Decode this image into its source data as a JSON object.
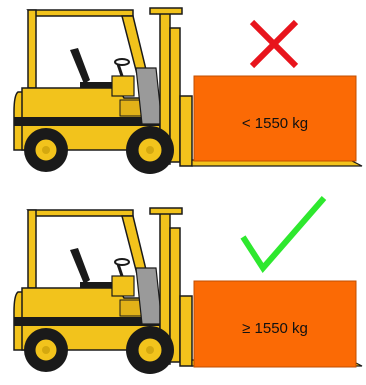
{
  "colors": {
    "truck_yellow": "#f2c31c",
    "truck_yellow_dark": "#d4a80f",
    "load_orange": "#fb6a05",
    "cross_red": "#e8141c",
    "check_green": "#2ee82e",
    "mast_grey": "#9a9a9a",
    "outline": "#1a1a1a"
  },
  "scenes": [
    {
      "load_label": "< 1550 kg",
      "verdict": "not-allowed",
      "verdict_icon": "cross-icon"
    },
    {
      "load_label": "≥ 1550 kg",
      "verdict": "allowed",
      "verdict_icon": "checkmark-icon"
    }
  ]
}
